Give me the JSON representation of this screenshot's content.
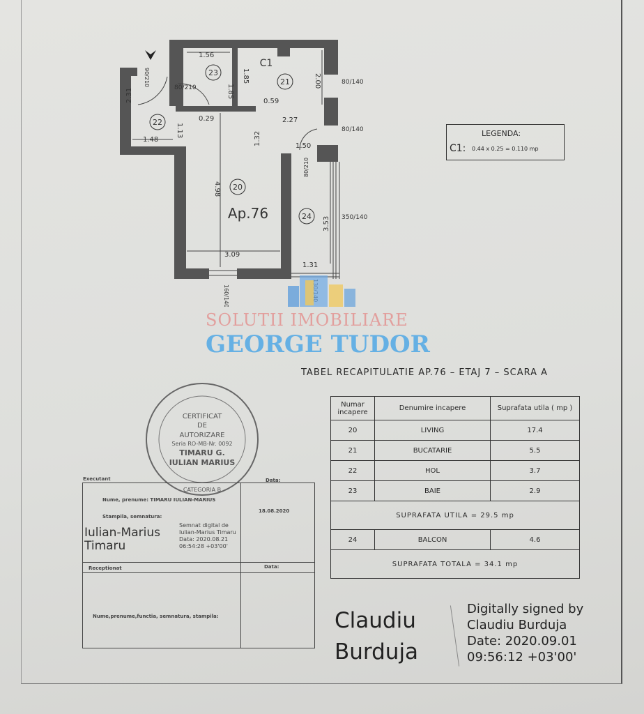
{
  "plan": {
    "apartment": "Ap.76",
    "compartment": "C1",
    "rooms": [
      "20",
      "21",
      "22",
      "23",
      "24"
    ],
    "dimensions": {
      "d156": "1.56",
      "d185a": "1.85",
      "d185b": "1.85",
      "d200": "2.00",
      "d059": "0.59",
      "d029": "0.29",
      "d227": "2.27",
      "d231": "2.31",
      "d113": "1.13",
      "d148": "1.48",
      "d132": "1.32",
      "d150": "1.50",
      "d498": "4.98",
      "d353": "3.53",
      "d309": "3.09",
      "d131": "1.31"
    },
    "openings": {
      "door_entry": "90/210",
      "door_bath": "80/210",
      "door_balcony": "80/210",
      "win1": "80/140",
      "win2": "80/140",
      "win3": "350/140",
      "win4": "160/140",
      "win5": "130/140"
    }
  },
  "legend": {
    "title": "LEGENDA:",
    "code": "C1:",
    "formula": "0.44 x 0.25 = 0.110 mp"
  },
  "table": {
    "title": "TABEL RECAPITULATIE AP.76 – ETAJ 7 – SCARA A",
    "headers": [
      "Numar incapere",
      "Denumire incapere",
      "Suprafata utila ( mp )"
    ],
    "rows": [
      {
        "nr": "20",
        "name": "LIVING",
        "area": "17.4"
      },
      {
        "nr": "21",
        "name": "BUCATARIE",
        "area": "5.5"
      },
      {
        "nr": "22",
        "name": "HOL",
        "area": "3.7"
      },
      {
        "nr": "23",
        "name": "BAIE",
        "area": "2.9"
      }
    ],
    "subtotal": "SUPRAFATA UTILA = 29.5 mp",
    "balcony": {
      "nr": "24",
      "name": "BALCON",
      "area": "4.6"
    },
    "total": "SUPRAFATA TOTALA = 34.1 mp"
  },
  "stamp": {
    "line1": "CERTIFICAT",
    "line2": "DE",
    "line3": "AUTORIZARE",
    "line4": "Seria RO-MB-Nr. 0092",
    "line5": "TIMARU G.",
    "line6": "IULIAN MARIUS",
    "bottom": "CATEGORIA B"
  },
  "executant": {
    "label": "Executant",
    "date_label": "Data:",
    "name": "Nume, prenume: TIMARU IULIAN-MARIUS",
    "stamp_label": "Stampila, semnatura:",
    "date": "18.08.2020",
    "sig_name": "Iulian-Marius Timaru",
    "sig_text": [
      "Semnat digital de",
      "Iulian-Marius Timaru",
      "Data: 2020.08.21",
      "06:54:28 +03'00'"
    ],
    "received_label": "Receptionat",
    "received_date_label": "Data:",
    "received_fields": "Nume,prenume,functia, semnatura, stampila:"
  },
  "signature": {
    "name1": "Claudiu",
    "name2": "Burduja",
    "lines": [
      "Digitally signed by",
      "Claudiu Burduja",
      "Date: 2020.09.01",
      "09:56:12 +03'00'"
    ]
  },
  "watermark": {
    "line1": "SOLUTII IMOBILIARE",
    "line2": "GEORGE TUDOR"
  }
}
